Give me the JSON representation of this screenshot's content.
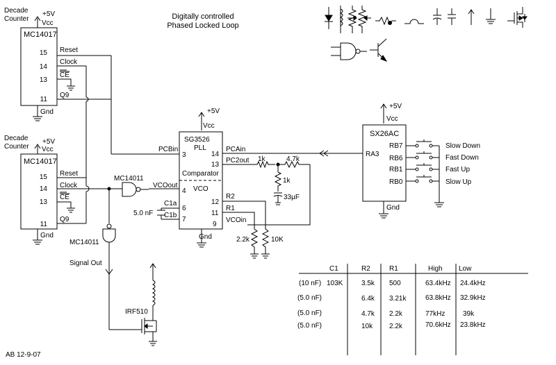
{
  "title": {
    "line1": "Digitally controlled",
    "line2": "Phased Locked Loop"
  },
  "footer": "AB 12-9-07",
  "counter1": {
    "caption_line1": "Decade",
    "caption_line2": "Counter",
    "chip": "MC14017",
    "supply": "+5V",
    "vcc": "Vcc",
    "gnd": "Gnd",
    "pins": [
      {
        "num": "15",
        "name": "Reset"
      },
      {
        "num": "14",
        "name": "Clock"
      },
      {
        "num": "13",
        "name": "CE"
      },
      {
        "num": "11",
        "name": "Q9"
      }
    ]
  },
  "counter2": {
    "caption_line1": "Decade",
    "caption_line2": "Counter",
    "chip": "MC14017",
    "supply": "+5V",
    "vcc": "Vcc",
    "gnd": "Gnd",
    "pins": [
      {
        "num": "15",
        "name": "Reset"
      },
      {
        "num": "14",
        "name": "Clock"
      },
      {
        "num": "13",
        "name": "CE"
      },
      {
        "num": "11",
        "name": "Q9"
      }
    ]
  },
  "pll": {
    "chip": "SG3526",
    "sub": "PLL",
    "supply": "+5V",
    "vcc": "Vcc",
    "gnd": "Gnd",
    "comparator": "Comparator",
    "vco": "VCO",
    "pins_left": [
      {
        "num": "3",
        "name": "PCBin"
      },
      {
        "num": "4",
        "name": "VCOout"
      },
      {
        "num": "6",
        "name": "C1a"
      },
      {
        "num": "7",
        "name": "C1b"
      }
    ],
    "pins_right": [
      {
        "num": "14",
        "name": "PCAin"
      },
      {
        "num": "13",
        "name": "PC2out"
      },
      {
        "num": "12",
        "name": "R2"
      },
      {
        "num": "11",
        "name": "R1"
      },
      {
        "num": "9",
        "name": "VCOin"
      }
    ]
  },
  "nand1": "MC14011",
  "nand2": "MC14011",
  "signal_out": "Signal Out",
  "transistor": "IRF510",
  "cap_c1": "5.0 nF",
  "res_1k_a": "1k",
  "res_4k7": "4.7k",
  "res_1k_b": "1k",
  "cap_33": "33µF",
  "res_2k2": "2.2k",
  "res_10k": "10K",
  "mcu": {
    "chip": "SX26AC",
    "supply": "+5V",
    "vcc": "Vcc",
    "gnd": "Gnd",
    "ra3": "RA3",
    "buttons": [
      {
        "pin": "RB7",
        "label": "Slow Down"
      },
      {
        "pin": "RB6",
        "label": "Fast Down"
      },
      {
        "pin": "RB1",
        "label": "Fast Up"
      },
      {
        "pin": "RB0",
        "label": "Slow Up"
      }
    ]
  },
  "table": {
    "headers": [
      "C1",
      "R2",
      "R1",
      "High",
      "Low"
    ],
    "rows": [
      [
        "(10 nF)",
        "103K",
        "3.5k",
        "500",
        "63.4kHz",
        "24.4kHz"
      ],
      [
        "(5.0 nF)",
        "",
        "6.4k",
        "3.21k",
        "63.8kHz",
        "32.9kHz"
      ],
      [
        "(5.0 nF)",
        "",
        "4.7k",
        "2.2k",
        "77kHz",
        "39k"
      ],
      [
        "(5.0 nF)",
        "",
        "10k",
        "2.2k",
        "70.6kHz",
        "23.8kHz"
      ]
    ]
  }
}
